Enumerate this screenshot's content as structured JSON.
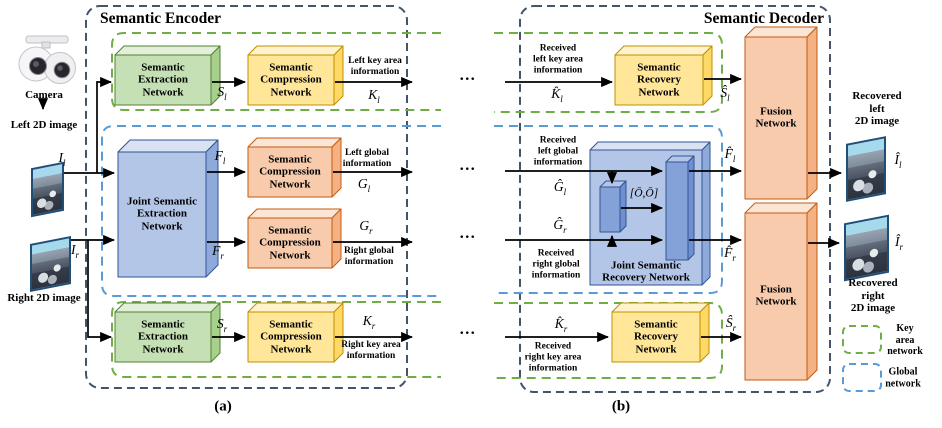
{
  "encoder": {
    "title": "Semantic Encoder",
    "subfig": "(a)",
    "ext_top_label": "Semantic\nExtraction\nNetwork",
    "comp_key_left_label": "Semantic\nCompression\nNetwork",
    "joint_label": "Joint Semantic\nExtraction\nNetwork",
    "comp_global_left_label": "Semantic\nCompression\nNetwork",
    "comp_global_right_label": "Semantic\nCompression\nNetwork",
    "ext_bottom_label": "Semantic\nExtraction\nNetwork",
    "comp_key_right_label": "Semantic\nCompression\nNetwork",
    "flow_left_key": "Left key area\ninformation",
    "flow_left_global": "Left global\ninformation",
    "flow_right_global": "Right global\ninformation",
    "flow_right_key": "Right key area\ninformation",
    "sig": {
      "S_l": {
        "b": "S",
        "s": "l"
      },
      "K_l": {
        "b": "K",
        "s": "l"
      },
      "F_l": {
        "b": "F",
        "s": "l"
      },
      "G_l": {
        "b": "G",
        "s": "l"
      },
      "F_r": {
        "b": "F",
        "s": "r"
      },
      "G_r": {
        "b": "G",
        "s": "r"
      },
      "S_r": {
        "b": "S",
        "s": "r"
      },
      "K_r": {
        "b": "K",
        "s": "r"
      }
    }
  },
  "decoder": {
    "title": "Semantic Decoder",
    "subfig": "(b)",
    "recovery_top_label": "Semantic\nRecovery\nNetwork",
    "joint_label": "Joint Semantic\nRecovery Network",
    "recovery_bottom_label": "Semantic\nRecovery\nNetwork",
    "fusion_top_label": "Fusion\nNetwork",
    "fusion_bottom_label": "Fusion\nNetwork",
    "flow_recv_left_key": "Received\nleft key area\ninformation",
    "flow_recv_left_global": "Received\nleft global\ninformation",
    "flow_recv_right_global": "Received\nright global\ninformation",
    "flow_recv_right_key": "Received\nright key area\ninformation",
    "occlusion_label": "[Ō,Ō]",
    "sig": {
      "Kh_l": {
        "b": "K̂",
        "s": "l"
      },
      "Gh_l": {
        "b": "Ĝ",
        "s": "l"
      },
      "Gh_r": {
        "b": "Ĝ",
        "s": "r"
      },
      "Kh_r": {
        "b": "K̂",
        "s": "r"
      },
      "Sh_l": {
        "b": "Ŝ",
        "s": "l"
      },
      "Fh_l": {
        "b": "F̂",
        "s": "l"
      },
      "Fh_r": {
        "b": "F̂",
        "s": "r"
      },
      "Sh_r": {
        "b": "Ŝ",
        "s": "r"
      }
    }
  },
  "source": {
    "camera": "Camera",
    "left_image": "Left 2D image",
    "right_image": "Right 2D image",
    "sig": {
      "I_l": {
        "b": "I",
        "s": "l"
      },
      "I_r": {
        "b": "I",
        "s": "r"
      }
    }
  },
  "output": {
    "recovered_left": "Recovered left\n2D image",
    "recovered_right": "Recovered right\n2D image",
    "sig": {
      "Ih_l": {
        "b": "Î",
        "s": "l"
      },
      "Ih_r": {
        "b": "Î",
        "s": "r"
      }
    }
  },
  "legend": {
    "key_area": "Key area\nnetwork",
    "global": "Global\nnetwork"
  },
  "channel": {
    "dots": "..."
  },
  "colors": {
    "extraction_green": "#c5e0b4",
    "green_edge": "#538135",
    "compression_yellow": "#ffe699",
    "yellow_edge": "#bf9000",
    "compression_peach": "#f7cbac",
    "peach_edge": "#c55a11",
    "joint_blue": "#b4c6e7",
    "blue_edge": "#2f5496",
    "outline_dark": "#44546a",
    "keyarea_dash": "#70ad47",
    "global_dash": "#5b9bd5"
  }
}
